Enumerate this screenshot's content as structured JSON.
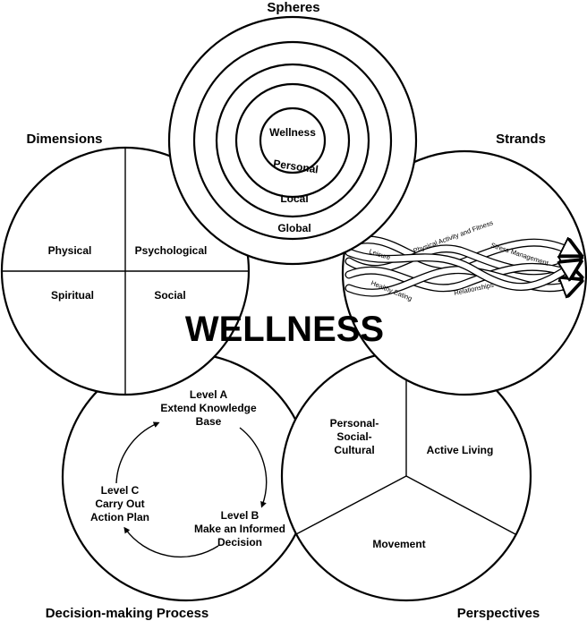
{
  "title": "WELLNESS",
  "spheres": {
    "title": "Spheres",
    "rings": [
      "Wellness",
      "Personal",
      "Local",
      "Global"
    ]
  },
  "dimensions": {
    "title": "Dimensions",
    "quadrants": [
      "Physical",
      "Psychological",
      "Spiritual",
      "Social"
    ]
  },
  "strands": {
    "title": "Strands",
    "items": [
      "Leisure",
      "Physical Activity and Fitness",
      "Stress Management",
      "Healthy Eating",
      "Relationships"
    ]
  },
  "decision": {
    "title": "Decision-making Process",
    "level_a": [
      "Level A",
      "Extend Knowledge",
      "Base"
    ],
    "level_b": [
      "Level B",
      "Make an Informed",
      "Decision"
    ],
    "level_c": [
      "Level C",
      "Carry Out",
      "Action Plan"
    ]
  },
  "perspectives": {
    "title": "Perspectives",
    "personal": [
      "Personal-",
      "Social-",
      "Cultural"
    ],
    "active": "Active Living",
    "movement": "Movement"
  }
}
